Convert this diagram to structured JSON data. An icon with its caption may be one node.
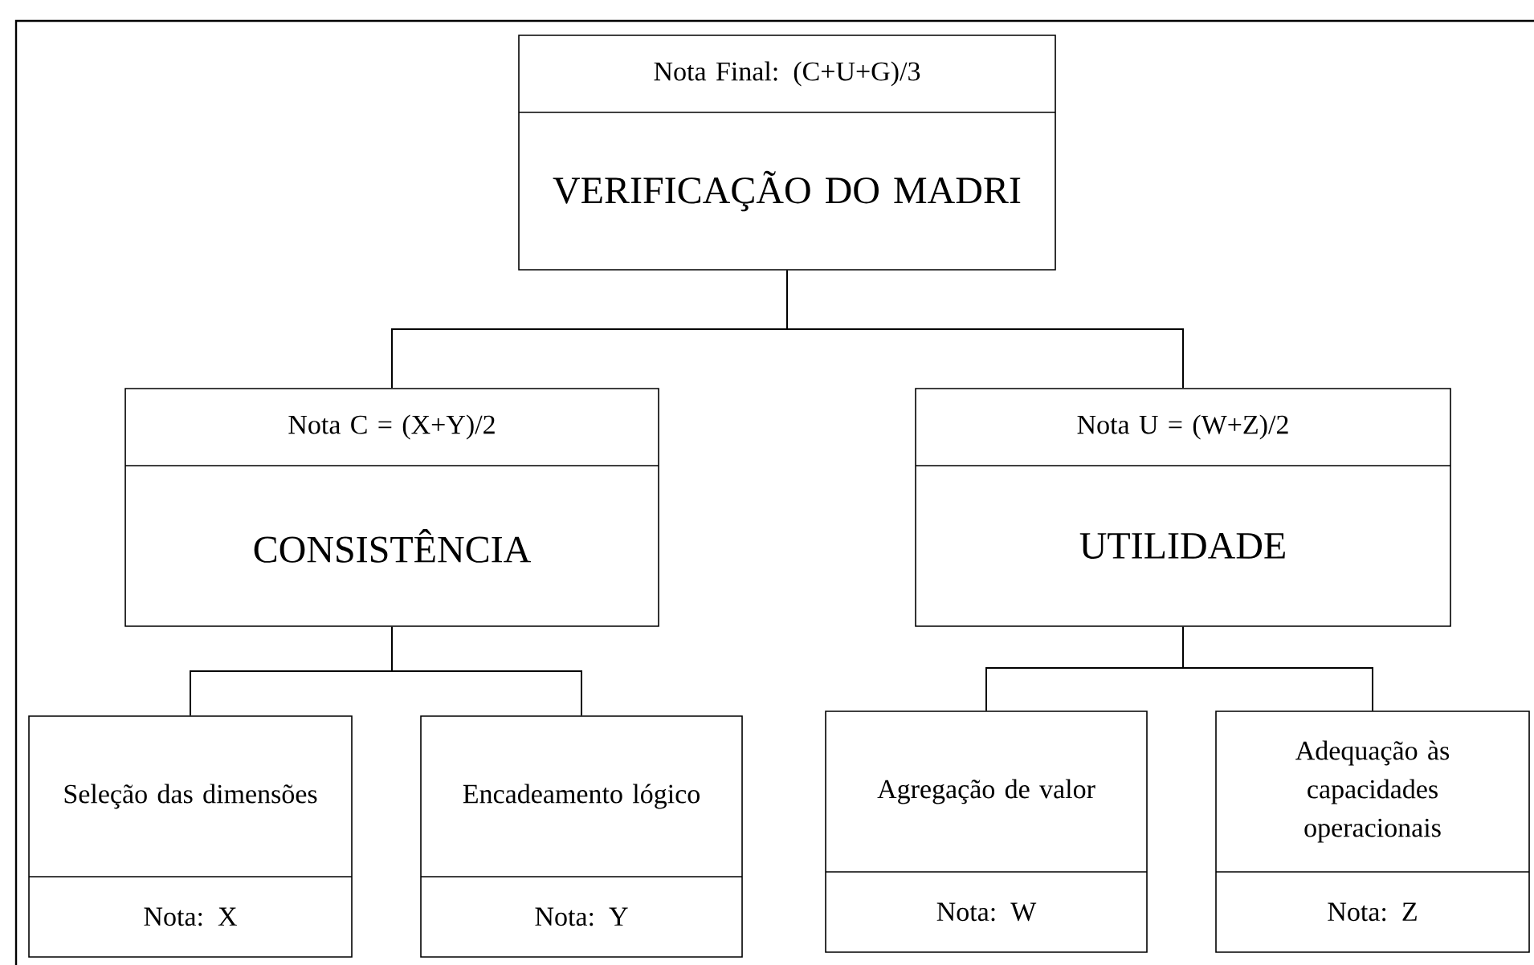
{
  "diagram": {
    "nodes": [
      {
        "text": [
          "Nota Final: (C+U+G)/3",
          "VERIFICAÇÃO DO MADRI"
        ]
      },
      {
        "text": [
          "Nota C = (X+Y)/2",
          "CONSISTÊNCIA"
        ]
      },
      {
        "text": [
          "Nota U = (W+Z)/2",
          "UTILIDADE"
        ]
      },
      {
        "text": [
          "Seleção das dimensões",
          "Nota: X"
        ]
      },
      {
        "text": [
          "Encadeamento lógico",
          "Nota: Y"
        ]
      },
      {
        "text": [
          "Agregação de valor",
          "Nota: W"
        ]
      },
      {
        "text": [
          "Adequação às capacidades operacionais",
          "Nota: Z"
        ]
      }
    ],
    "edges": [
      {
        "from": 0,
        "to": 1,
        "arrow": "none"
      },
      {
        "from": 0,
        "to": 2,
        "arrow": "none"
      },
      {
        "from": 1,
        "to": 3,
        "arrow": "none"
      },
      {
        "from": 1,
        "to": 4,
        "arrow": "none"
      },
      {
        "from": 2,
        "to": 5,
        "arrow": "none"
      },
      {
        "from": 2,
        "to": 6,
        "arrow": "none"
      }
    ]
  }
}
